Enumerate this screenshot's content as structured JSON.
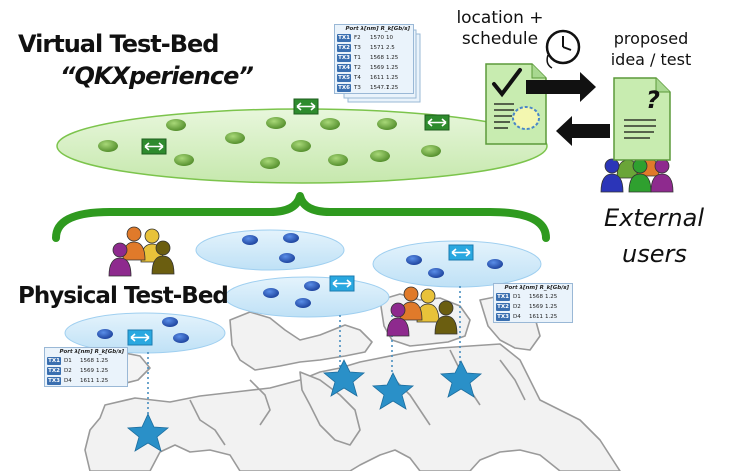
{
  "titles": {
    "virtual_line1": "Virtual Test-Bed",
    "virtual_line2": "“QKXperience”",
    "physical": "Physical Test-Bed"
  },
  "labels": {
    "location_schedule_1": "location +",
    "location_schedule_2": "schedule",
    "proposed_1": "proposed",
    "proposed_2": "idea / test",
    "external_1": "External",
    "external_2": "users"
  },
  "virtual_table": {
    "header": "Port λ[nm] R_k[Gb/s]",
    "rows": [
      {
        "tx": "TX1",
        "port": "F2",
        "lambda": "1570",
        "rate": "10"
      },
      {
        "tx": "TX2",
        "port": "T3",
        "lambda": "1571",
        "rate": "2.5"
      },
      {
        "tx": "TX3",
        "port": "T1",
        "lambda": "1568",
        "rate": "1.25"
      },
      {
        "tx": "TX4",
        "port": "T2",
        "lambda": "1569",
        "rate": "1.25"
      },
      {
        "tx": "TX5",
        "port": "T4",
        "lambda": "1611",
        "rate": "1.25"
      },
      {
        "tx": "TX6",
        "port": "T3",
        "lambda": "1547.7",
        "rate": "1.25"
      }
    ]
  },
  "left_table": {
    "header": "Port λ[nm] R_k[Gb/s]",
    "rows": [
      {
        "tx": "TX1",
        "port": "D1",
        "lambda": "1568",
        "rate": "1.25"
      },
      {
        "tx": "TX2",
        "port": "D2",
        "lambda": "1569",
        "rate": "1.25"
      },
      {
        "tx": "TX3",
        "port": "D4",
        "lambda": "1611",
        "rate": "1.25"
      }
    ]
  },
  "right_table": {
    "header": "Port λ[nm] R_k[Gb/s]",
    "rows": [
      {
        "tx": "TX1",
        "port": "D1",
        "lambda": "1568",
        "rate": "1.25"
      },
      {
        "tx": "TX2",
        "port": "D2",
        "lambda": "1569",
        "rate": "1.25"
      },
      {
        "tx": "TX3",
        "port": "D4",
        "lambda": "1611",
        "rate": "1.25"
      }
    ]
  },
  "colors": {
    "virtual_cloud": "#d6f0c4",
    "green_node": "#6aa538",
    "physical_cloud": "#cfe8f8",
    "blue_node": "#2458b8",
    "switch_green": "#2e8b2e",
    "switch_blue": "#29a8e0",
    "star": "#2a90c8",
    "brace": "#2f9a1f",
    "doc": "#c8ecb0",
    "map_line": "#9a9a9a"
  },
  "icons": [
    "checkmark-icon",
    "clock-icon",
    "question-mark-icon",
    "arrow-right-icon",
    "arrow-left-icon",
    "user-group-icon",
    "switch-icon",
    "star-icon"
  ]
}
